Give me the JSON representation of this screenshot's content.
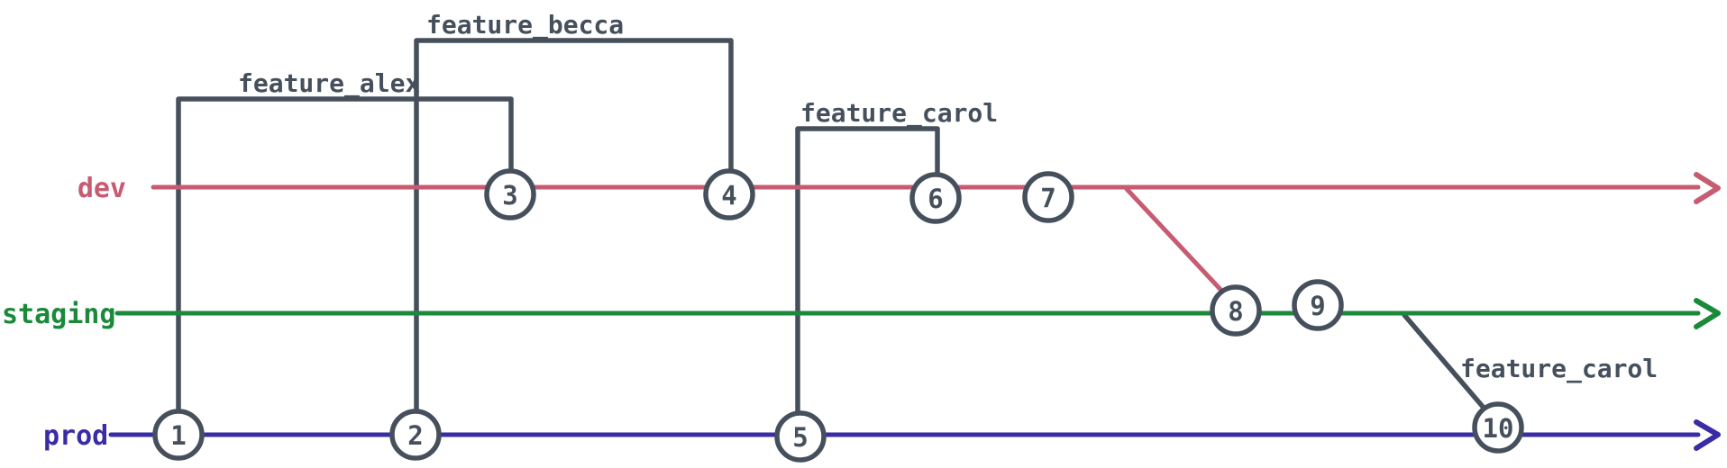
{
  "figure": {
    "background": "#ffffff",
    "gray": "#46505c",
    "branches": [
      {
        "name": "dev",
        "color": "#c75b71"
      },
      {
        "name": "staging",
        "color": "#1a8a3a"
      },
      {
        "name": "prod",
        "color": "#3a2ca5"
      }
    ],
    "commits": [
      {
        "id": "1",
        "branch": "prod"
      },
      {
        "id": "2",
        "branch": "prod"
      },
      {
        "id": "3",
        "branch": "dev"
      },
      {
        "id": "4",
        "branch": "dev"
      },
      {
        "id": "5",
        "branch": "prod"
      },
      {
        "id": "6",
        "branch": "dev"
      },
      {
        "id": "7",
        "branch": "dev"
      },
      {
        "id": "8",
        "branch": "staging"
      },
      {
        "id": "9",
        "branch": "staging"
      },
      {
        "id": "10",
        "branch": "prod"
      }
    ],
    "feature_branches": [
      {
        "label": "feature_alex",
        "from_commit": "1",
        "to_commit": "3"
      },
      {
        "label": "feature_becca",
        "from_commit": "2",
        "to_commit": "4"
      },
      {
        "label": "feature_carol",
        "from_commit": "5",
        "to_commit": "6"
      },
      {
        "label": "feature_carol",
        "from_branch": "staging",
        "to_commit": "10"
      }
    ],
    "merges": [
      {
        "from": "dev",
        "to": "staging",
        "at_commit": "8"
      }
    ]
  }
}
